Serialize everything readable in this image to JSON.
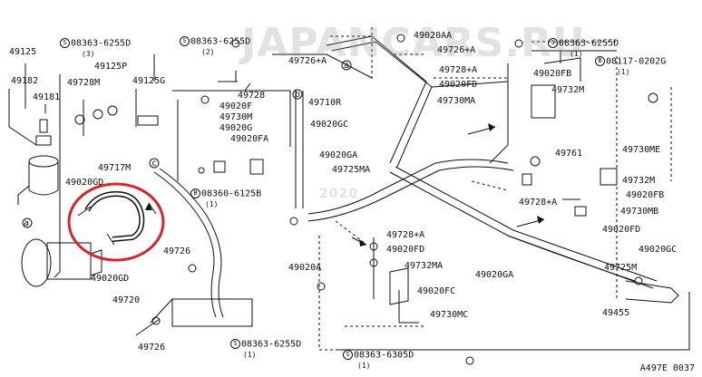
{
  "watermark": {
    "site": "JAPANCARS.RU",
    "year": "2020"
  },
  "diagram_code": "A497E 0037",
  "highlight_color": "#d7262b",
  "parts": {
    "p49125": "49125",
    "p49182": "49182",
    "p49181": "49181",
    "s08363_6255d_a": "08363-6255D",
    "s08363_6255d_a_qty": "(3)",
    "p49125p": "49125P",
    "p49728m": "49728M",
    "p49125g": "49125G",
    "s08363_6255d_b": "08363-6255D",
    "s08363_6255d_b_qty": "(2)",
    "p49726a_top": "49726+A",
    "p49728": "49728",
    "p49020f": "49020F",
    "p49730m": "49730M",
    "p49020g": "49020G",
    "p49020fa": "49020FA",
    "p49710r": "49710R",
    "p49020gc_mid": "49020GC",
    "p49020aa": "49020AA",
    "p49726a_right": "49726+A",
    "s08363_6255d_c": "08363-6255D",
    "s08363_6255d_c_qty": "(1)",
    "p49728a_top": "49728+A",
    "p49020fb_top": "49020FB",
    "s08117_0202g": "08117-0202G",
    "s08117_0202g_qty": "(1)",
    "p49020fd_top": "49020FD",
    "p49732m_top": "49732M",
    "p49730ma": "49730MA",
    "p49730me": "49730ME",
    "p49020ga_top": "49020GA",
    "p49725ma": "49725MA",
    "p49717m": "49717M",
    "p49020gd_a": "49020GD",
    "s08360_6125b": "08360-6125B",
    "s08360_6125b_qty": "(1)",
    "p49761": "49761",
    "p49732m_right": "49732M",
    "p49020fb_right": "49020FB",
    "p49728a_right": "49728+A",
    "p49730mb": "49730MB",
    "p49020fd_right": "49020FD",
    "p49728a_low": "49728+A",
    "p49020fd_low": "49020FD",
    "p49020gc_right": "49020GC",
    "p49726_mid": "49726",
    "p49020a": "49020A",
    "p49732ma": "49732MA",
    "p49020ga_low": "49020GA",
    "p49725m": "49725M",
    "p49020gd_b": "49020GD",
    "p49720": "49720",
    "p49020fc": "49020FC",
    "p49730mc": "49730MC",
    "p49455": "49455",
    "p49726_bot": "49726",
    "s08363_6255d_d": "08363-6255D",
    "s08363_6255d_d_qty": "(1)",
    "s08363_6305d": "08363-6305D",
    "s08363_6305d_qty": "(1)"
  },
  "markers": {
    "a": "a",
    "b": "b",
    "c": "c",
    "s": "S",
    "b_bolt": "B"
  }
}
